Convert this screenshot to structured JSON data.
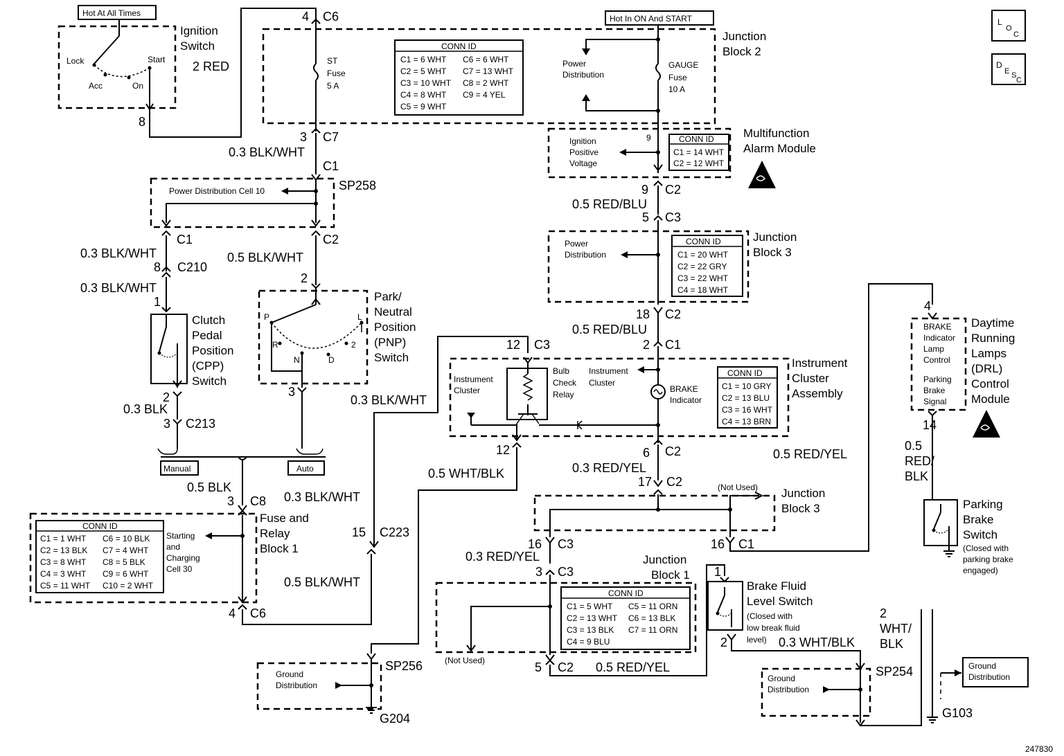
{
  "diagram_id": "247830",
  "icons": {
    "loc": "L O C",
    "desc": "D E S C"
  },
  "tags": {
    "hot_all": "Hot At All Times",
    "hot_on_start": "Hot In ON And START"
  },
  "ignition": {
    "title1": "Ignition",
    "title2": "Switch",
    "wire": "2 RED",
    "lock": "Lock",
    "acc": "Acc",
    "on": "On",
    "start": "Start",
    "pin": "8"
  },
  "jb2": {
    "title1": "Junction",
    "title2": "Block 2",
    "c6_pin": "4",
    "c6": "C6",
    "c7_pin": "3",
    "c7": "C7",
    "st_fuse": [
      "ST",
      "Fuse",
      "5 A"
    ],
    "gauge_fuse": [
      "GAUGE",
      "Fuse",
      "10 A"
    ],
    "pd": [
      "Power",
      "Distribution"
    ],
    "conn_title": "CONN ID",
    "conn_left": [
      "C1 = 6 WHT",
      "C2 = 5 WHT",
      "C3 = 10 WHT",
      "C4 = 8 WHT",
      "C5 = 9 WHT"
    ],
    "conn_right": [
      "C6 = 6 WHT",
      "C7 = 13 WHT",
      "C8 = 2 WHT",
      "C9 = 4 YEL"
    ]
  },
  "left_chain": {
    "w1": "0.3 BLK/WHT",
    "c1": "C1",
    "sp": "SP258",
    "pdc": "Power Distribution Cell 10",
    "c1b": "C1",
    "w2": "0.3 BLK/WHT",
    "p8": "8",
    "c210": "C210",
    "w3": "0.3 BLK/WHT",
    "p1": "1",
    "c2": "C2",
    "w4": "0.5 BLK/WHT",
    "p2": "2"
  },
  "cpp": {
    "name": [
      "Clutch",
      "Pedal",
      "Position",
      "(CPP)",
      "Switch"
    ],
    "p2": "2",
    "w": "0.3 BLK",
    "p3": "3",
    "c213": "C213"
  },
  "pnp": {
    "name": [
      "Park/",
      "Neutral",
      "Position",
      "(PNP)",
      "Switch"
    ],
    "P": "P",
    "R": "R",
    "N": "N",
    "D": "D",
    "two": "2",
    "L": "L",
    "p3": "3"
  },
  "trans": {
    "manual": "Manual",
    "auto": "Auto"
  },
  "frb1": {
    "w": "0.5 BLK",
    "p3": "3",
    "c8": "C8",
    "title": [
      "Fuse and",
      "Relay",
      "Block 1"
    ],
    "sc": [
      "Starting",
      "and",
      "Charging",
      "Cell 30"
    ],
    "conn_title": "CONN ID",
    "conn_left": [
      "C1 = 1 WHT",
      "C2 = 13 BLK",
      "C3 = 8 WHT",
      "C4 = 3 WHT",
      "C5 = 11 WHT"
    ],
    "conn_right": [
      "C6 = 10 BLK",
      "C7 = 4 WHT",
      "C8 = 5 BLK",
      "C9 = 6 WHT",
      "C10 = 2 WHT"
    ],
    "p4": "4",
    "c6": "C6"
  },
  "mid": {
    "w1": "0.3 BLK/WHT",
    "w2": "0.3 BLK/WHT",
    "p15": "15",
    "c223": "C223",
    "w3": "0.5 BLK/WHT",
    "w4": "0.5 WHT/BLK",
    "p12": "12",
    "sp256": "SP256",
    "g204": "G204",
    "gd": [
      "Ground",
      "Distribution"
    ]
  },
  "mam": {
    "title": [
      "Multifunction",
      "Alarm Module"
    ],
    "ipv": [
      "Ignition",
      "Positive",
      "Voltage"
    ],
    "p9": "9",
    "conn_title": "CONN ID",
    "conn": [
      "C1 = 14 WHT",
      "C2 = 12 WHT"
    ],
    "c2_pin": "9",
    "c2": "C2",
    "w": "0.5 RED/BLU",
    "c3_pin": "5",
    "c3": "C3"
  },
  "jb3a": {
    "title": [
      "Junction",
      "Block 3"
    ],
    "pd": [
      "Power",
      "Distribution"
    ],
    "conn_title": "CONN ID",
    "conn": [
      "C1 = 20 WHT",
      "C2 = 22 GRY",
      "C3 = 22 WHT",
      "C4 = 18 WHT"
    ],
    "p18": "18",
    "c2": "C2",
    "w": "0.5 RED/BLU",
    "p2": "2",
    "c1": "C1"
  },
  "ic": {
    "title": [
      "Instrument",
      "Cluster",
      "Assembly"
    ],
    "p12": "12",
    "c3": "C3",
    "ic_left": [
      "Instrument",
      "Cluster"
    ],
    "relay": [
      "Bulb",
      "Check",
      "Relay"
    ],
    "ic_right": [
      "Instrument",
      "Cluster"
    ],
    "brake": [
      "BRAKE",
      "Indicator"
    ],
    "conn_title": "CONN ID",
    "conn": [
      "C1 = 10 GRY",
      "C2 = 13 BLU",
      "C3 = 16 WHT",
      "C4 = 13 BRN"
    ],
    "p12b": "12",
    "p6": "6",
    "c2": "C2"
  },
  "lower": {
    "w1": "0.3 RED/YEL",
    "p17": "17",
    "c2": "C2",
    "w_right": "0.5 RED/YEL",
    "not_used": "(Not Used)",
    "jb3": [
      "Junction",
      "Block 3"
    ],
    "p16a": "16",
    "c3": "C3",
    "p16b": "16",
    "c1": "C1",
    "w2": "0.3 RED/YEL",
    "p3": "3",
    "c3b": "C3",
    "jb1": [
      "Junction",
      "Block 1"
    ],
    "conn_title": "CONN ID",
    "conn_left": [
      "C1 = 5 WHT",
      "C2 = 13 WHT",
      "C3 = 13 BLK",
      "C4 = 9 BLU"
    ],
    "conn_right": [
      "C5 = 11 ORN",
      "C6 = 13 BLK",
      "C7 = 11 ORN"
    ],
    "not_used2": "(Not Used)",
    "p5": "5",
    "c2b": "C2",
    "w3": "0.5 RED/YEL"
  },
  "bfl": {
    "p1": "1",
    "name": [
      "Brake Fluid",
      "Level Switch"
    ],
    "note": [
      "(Closed with",
      "low break fluid",
      "level)"
    ],
    "p2": "2",
    "w": "0.3 WHT/BLK",
    "sp254": "SP254",
    "gd": [
      "Ground",
      "Distribution"
    ]
  },
  "drl": {
    "p4": "4",
    "name": [
      "Daytime",
      "Running",
      "Lamps",
      "(DRL)",
      "Control",
      "Module"
    ],
    "inner1": [
      "BRAKE",
      "Indicator",
      "Lamp",
      "Control"
    ],
    "inner2": [
      "Parking",
      "Brake",
      "Signal"
    ],
    "p14": "14",
    "w": [
      "0.5",
      "RED/",
      "BLK"
    ]
  },
  "pbs": {
    "name": [
      "Parking",
      "Brake",
      "Switch"
    ],
    "note": [
      "(Closed with",
      "parking brake",
      "engaged)"
    ]
  },
  "g103": {
    "w": [
      "2",
      "WHT/",
      "BLK"
    ],
    "gd": [
      "Ground",
      "Distribution"
    ],
    "label": "G103"
  }
}
